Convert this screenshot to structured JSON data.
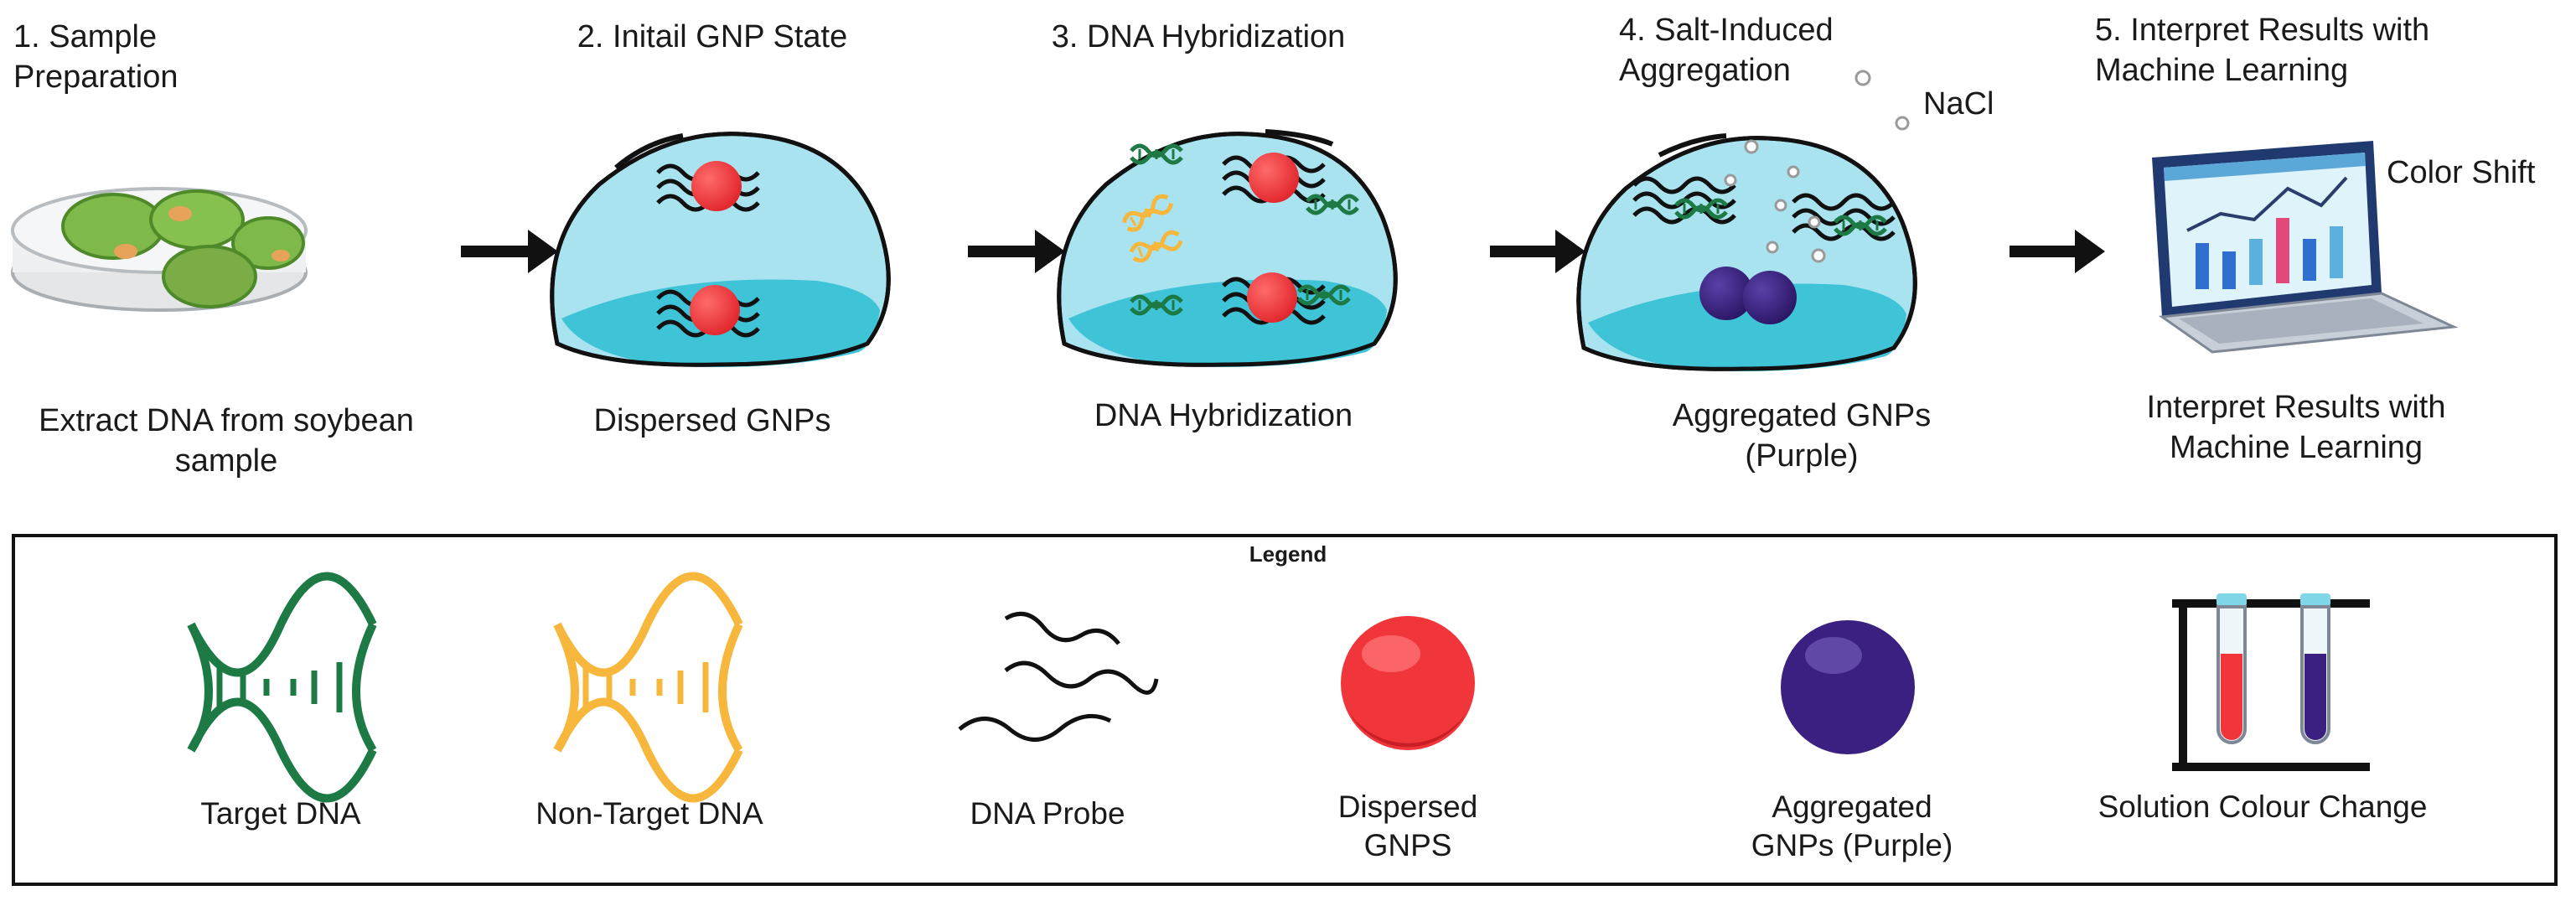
{
  "steps": [
    {
      "title": "1. Sample\nPreparation",
      "caption": "Extract DNA from soybean\nsample"
    },
    {
      "title": "2. Initail GNP State",
      "caption": "Dispersed GNPs"
    },
    {
      "title": "3. DNA Hybridization",
      "caption": "DNA Hybridization"
    },
    {
      "title": "4. Salt-Induced\nAggregation",
      "caption": "Aggregated GNPs\n(Purple)",
      "extra_label": "NaCl"
    },
    {
      "title": "5. Interpret Results with\nMachine Learning",
      "caption": "Interpret Results with\nMachine Learning",
      "extra_label": "Color Shift"
    }
  ],
  "legend": {
    "title": "Legend",
    "items": [
      {
        "label": "Target DNA",
        "icon": "target-dna-icon"
      },
      {
        "label": "Non-Target DNA",
        "icon": "non-target-dna-icon"
      },
      {
        "label": "DNA Probe",
        "icon": "dna-probe-icon"
      },
      {
        "label": "Dispersed\nGNPS",
        "icon": "dispersed-gnp-icon"
      },
      {
        "label": "Aggregated\nGNPs (Purple)",
        "icon": "aggregated-gnp-icon"
      },
      {
        "label": "Solution Colour Change",
        "icon": "test-tubes-icon"
      }
    ]
  },
  "colors": {
    "target_dna": "#1e7a45",
    "non_target_dna": "#f6b73c",
    "dispersed_gnp": "#f0353b",
    "aggregated_gnp": "#3a2080",
    "droplet": "#a9e3ef",
    "droplet_liquid": "#3fc3d7"
  }
}
